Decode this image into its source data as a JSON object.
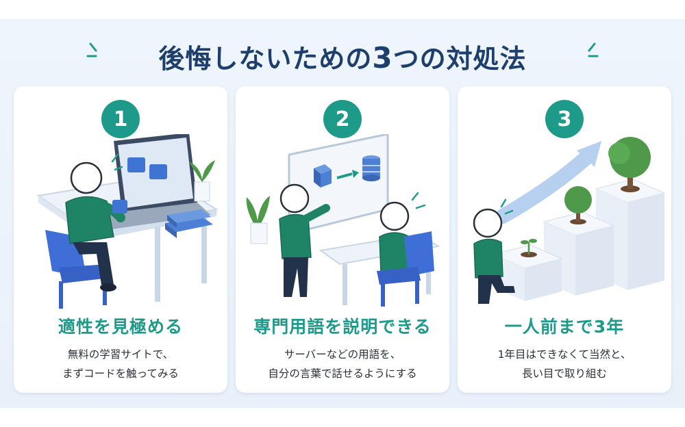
{
  "header": {
    "title_part1": "後悔しないための",
    "title_number": "3",
    "title_part2": "つの対処法"
  },
  "colors": {
    "accent": "#1d9a8a",
    "title": "#1e3f6b",
    "background": "#eaf3fb",
    "card": "#ffffff"
  },
  "cards": [
    {
      "number": "1",
      "title": "適性を見極める",
      "desc_line1": "無料の学習サイトで、",
      "desc_line2": "まずコードを触ってみる"
    },
    {
      "number": "2",
      "title": "専門用語を説明できる",
      "desc_line1": "サーバーなどの用語を、",
      "desc_line2": "自分の言葉で話せるようにする"
    },
    {
      "number": "3",
      "title": "一人前まで3年",
      "desc_line1": "1年目はできなくて当然と、",
      "desc_line2": "長い目で取り組む"
    }
  ]
}
